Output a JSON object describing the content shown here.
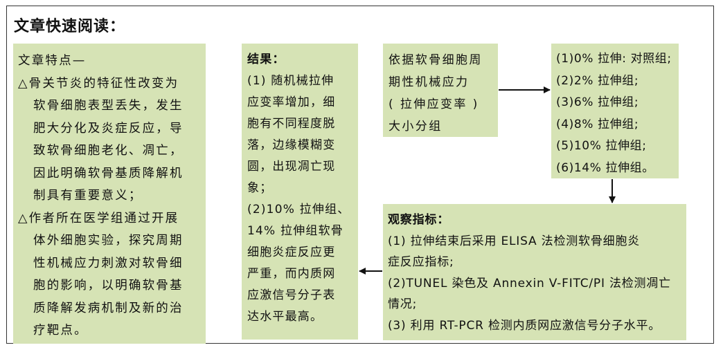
{
  "heading": "文章快速阅读：",
  "box1": {
    "title": "文章特点—",
    "lines": [
      "△骨关节炎的特征性改变为",
      "软骨细胞表型丢失，发生",
      "肥大分化及炎症反应，导",
      "致软骨细胞老化、凋亡，",
      "因此明确软骨基质降解机",
      "制具有重要意义；",
      "△作者所在医学组通过开展",
      "体外细胞实验，探究周期",
      "性机械应力刺激对软骨细",
      "胞的影响，以明确软骨基",
      "质降解发病机制及新的治",
      "疗靶点。"
    ]
  },
  "box2": {
    "title": "结果：",
    "lines": [
      "(1) 随机械拉伸",
      "应变率增加，细",
      "胞有不同程度脱",
      "落，边缘模糊变",
      "圆，出现凋亡现",
      "象；",
      "(2)10% 拉伸组、",
      "14% 拉伸组软骨",
      "细胞炎症反应更",
      "严重，而内质网",
      "应激信号分子表",
      "达水平最高。"
    ]
  },
  "box3": {
    "lines": [
      "依据软骨细胞周",
      "期性机械应力",
      "( 拉伸应变率 )",
      "大小分组"
    ]
  },
  "box4": {
    "lines": [
      "(1)0% 拉伸: 对照组;",
      "(2)2% 拉伸组;",
      "(3)6% 拉伸组;",
      "(4)8% 拉伸组;",
      "(5)10% 拉伸组;",
      "(6)14% 拉伸组。"
    ]
  },
  "box5": {
    "title": "观察指标：",
    "lines": [
      "(1) 拉伸结束后采用 ELISA 法检测软骨细胞炎",
      "症反应指标;",
      "(2)TUNEL 染色及 Annexin V-FITC/PI 法检测凋亡",
      "情况;",
      "(3) 利用 RT-PCR 检测内质网应激信号分子水平。"
    ]
  }
}
